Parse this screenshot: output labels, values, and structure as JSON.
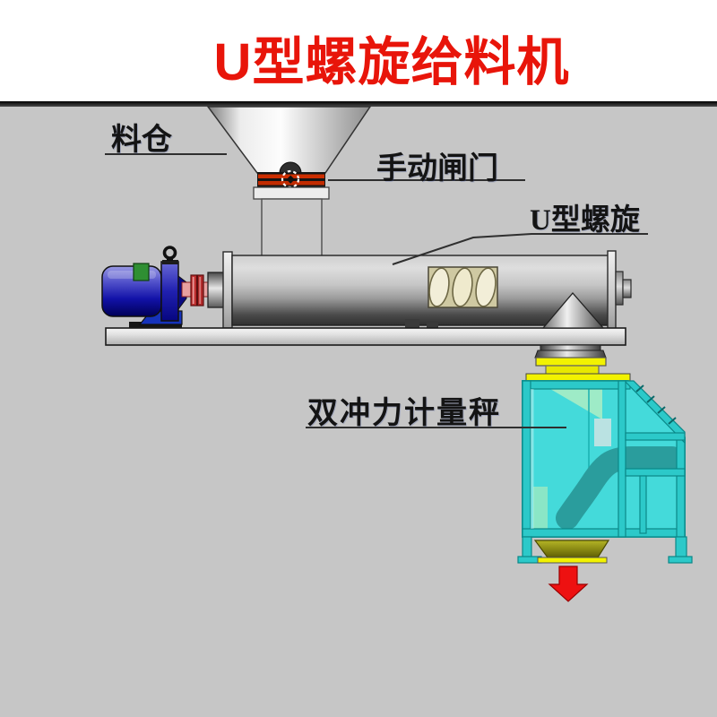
{
  "title": {
    "text": "U型螺旋给料机",
    "color": "#e8150a"
  },
  "labels": {
    "hopper": {
      "text": "料仓"
    },
    "manual_gate": {
      "text": "手动闸门"
    },
    "u_screw": {
      "text": "U型螺旋"
    },
    "weigher": {
      "text": "双冲力计量秤"
    }
  },
  "diagram": {
    "type": "labeled-equipment-diagram",
    "subject": "U型螺旋给料机 (U-type screw feeder)",
    "parts": [
      {
        "id": "hopper",
        "label": "料仓",
        "description": "silver funnel hopper at top"
      },
      {
        "id": "manual-gate",
        "label": "手动闸门",
        "description": "red striped slide gate with round handwheel under hopper"
      },
      {
        "id": "u-screw",
        "label": "U型螺旋",
        "description": "horizontal screw conveyor tube with cream auger visible"
      },
      {
        "id": "double-impulse-scale",
        "label": "双冲力计量秤",
        "description": "cyan transparent weighing box with internal curved chute, olive discharge cone and red down arrow"
      }
    ],
    "colors": {
      "background_gray": "#c6c6c6",
      "header_white": "#ffffff",
      "title_red": "#e8150a",
      "gate_red": "#c22b00",
      "motor_blue": "#1212a8",
      "terminal_green": "#2f8f33",
      "coupling_red": "#c03030",
      "screw_cream": "#f0ecd2",
      "box_cyan": "#3bdcdc",
      "chute_teal": "#2a9d9d",
      "connector_yellow": "#f2f200",
      "outlet_olive": "#8b8b14",
      "arrow_red": "#ee1111"
    }
  }
}
